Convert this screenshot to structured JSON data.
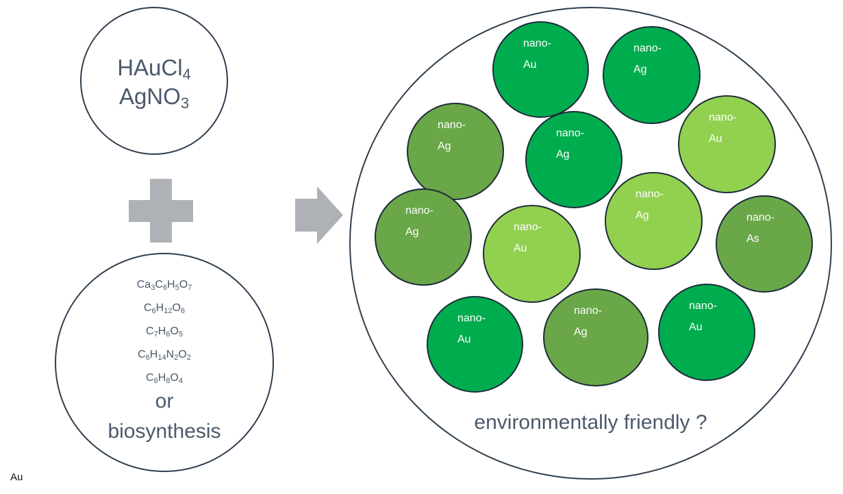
{
  "reagents": [
    {
      "base": "HAuCl",
      "sub": "4"
    },
    {
      "base": "AgNO",
      "sub": "3"
    }
  ],
  "reducers": [
    [
      {
        "t": "Ca"
      },
      {
        "s": "3"
      },
      {
        "t": "C"
      },
      {
        "s": "6"
      },
      {
        "t": "H"
      },
      {
        "s": "5"
      },
      {
        "t": "O"
      },
      {
        "s": "7"
      }
    ],
    [
      {
        "t": "C"
      },
      {
        "s": "6"
      },
      {
        "t": "H"
      },
      {
        "s": "12"
      },
      {
        "t": "O"
      },
      {
        "s": "6"
      }
    ],
    [
      {
        "t": "C"
      },
      {
        "s": "7"
      },
      {
        "t": "H"
      },
      {
        "s": "6"
      },
      {
        "t": "O"
      },
      {
        "s": "5"
      }
    ],
    [
      {
        "t": "C"
      },
      {
        "s": "6"
      },
      {
        "t": "H"
      },
      {
        "s": "14"
      },
      {
        "t": "N"
      },
      {
        "s": "2"
      },
      {
        "t": "O"
      },
      {
        "s": "2"
      }
    ],
    [
      {
        "t": "C"
      },
      {
        "s": "6"
      },
      {
        "t": "H"
      },
      {
        "s": "8"
      },
      {
        "t": "O"
      },
      {
        "s": "4"
      }
    ]
  ],
  "reducer_or": "or",
  "reducer_bio": "biosynthesis",
  "product_caption": "environmentally friendly ?",
  "colors": {
    "dark_green": "#00ad4e",
    "mid_green": "#6aa748",
    "light_green": "#92d050",
    "arrow_gray": "#aeb2b7",
    "text_gray": "#4b5a6b"
  },
  "particles": [
    {
      "id": "p1",
      "line1": "nano-",
      "line2": "Au",
      "color": "dark_green"
    },
    {
      "id": "p2",
      "line1": "nano-",
      "line2": "Ag",
      "color": "dark_green"
    },
    {
      "id": "p3",
      "line1": "nano-",
      "line2": "Ag",
      "color": "mid_green"
    },
    {
      "id": "p4",
      "line1": "nano-",
      "line2": "Ag",
      "color": "dark_green"
    },
    {
      "id": "p5",
      "line1": "nano-",
      "line2": "Au",
      "color": "light_green"
    },
    {
      "id": "p6",
      "line1": "nano-",
      "line2": "Ag",
      "color": "mid_green"
    },
    {
      "id": "p7",
      "line1": "nano-",
      "line2": "Ag",
      "color": "light_green"
    },
    {
      "id": "p8",
      "line1": "nano-",
      "line2": "Au",
      "color": "light_green"
    },
    {
      "id": "p9",
      "line1": "nano-",
      "line2": "As",
      "color": "mid_green"
    },
    {
      "id": "p10",
      "line1": "nano-",
      "line2": "Au",
      "color": "dark_green"
    },
    {
      "id": "p11",
      "line1": "nano-",
      "line2": "Ag",
      "color": "mid_green"
    },
    {
      "id": "p12",
      "line1": "nano-",
      "line2": "Au",
      "color": "dark_green"
    }
  ],
  "footer_label": "Au"
}
